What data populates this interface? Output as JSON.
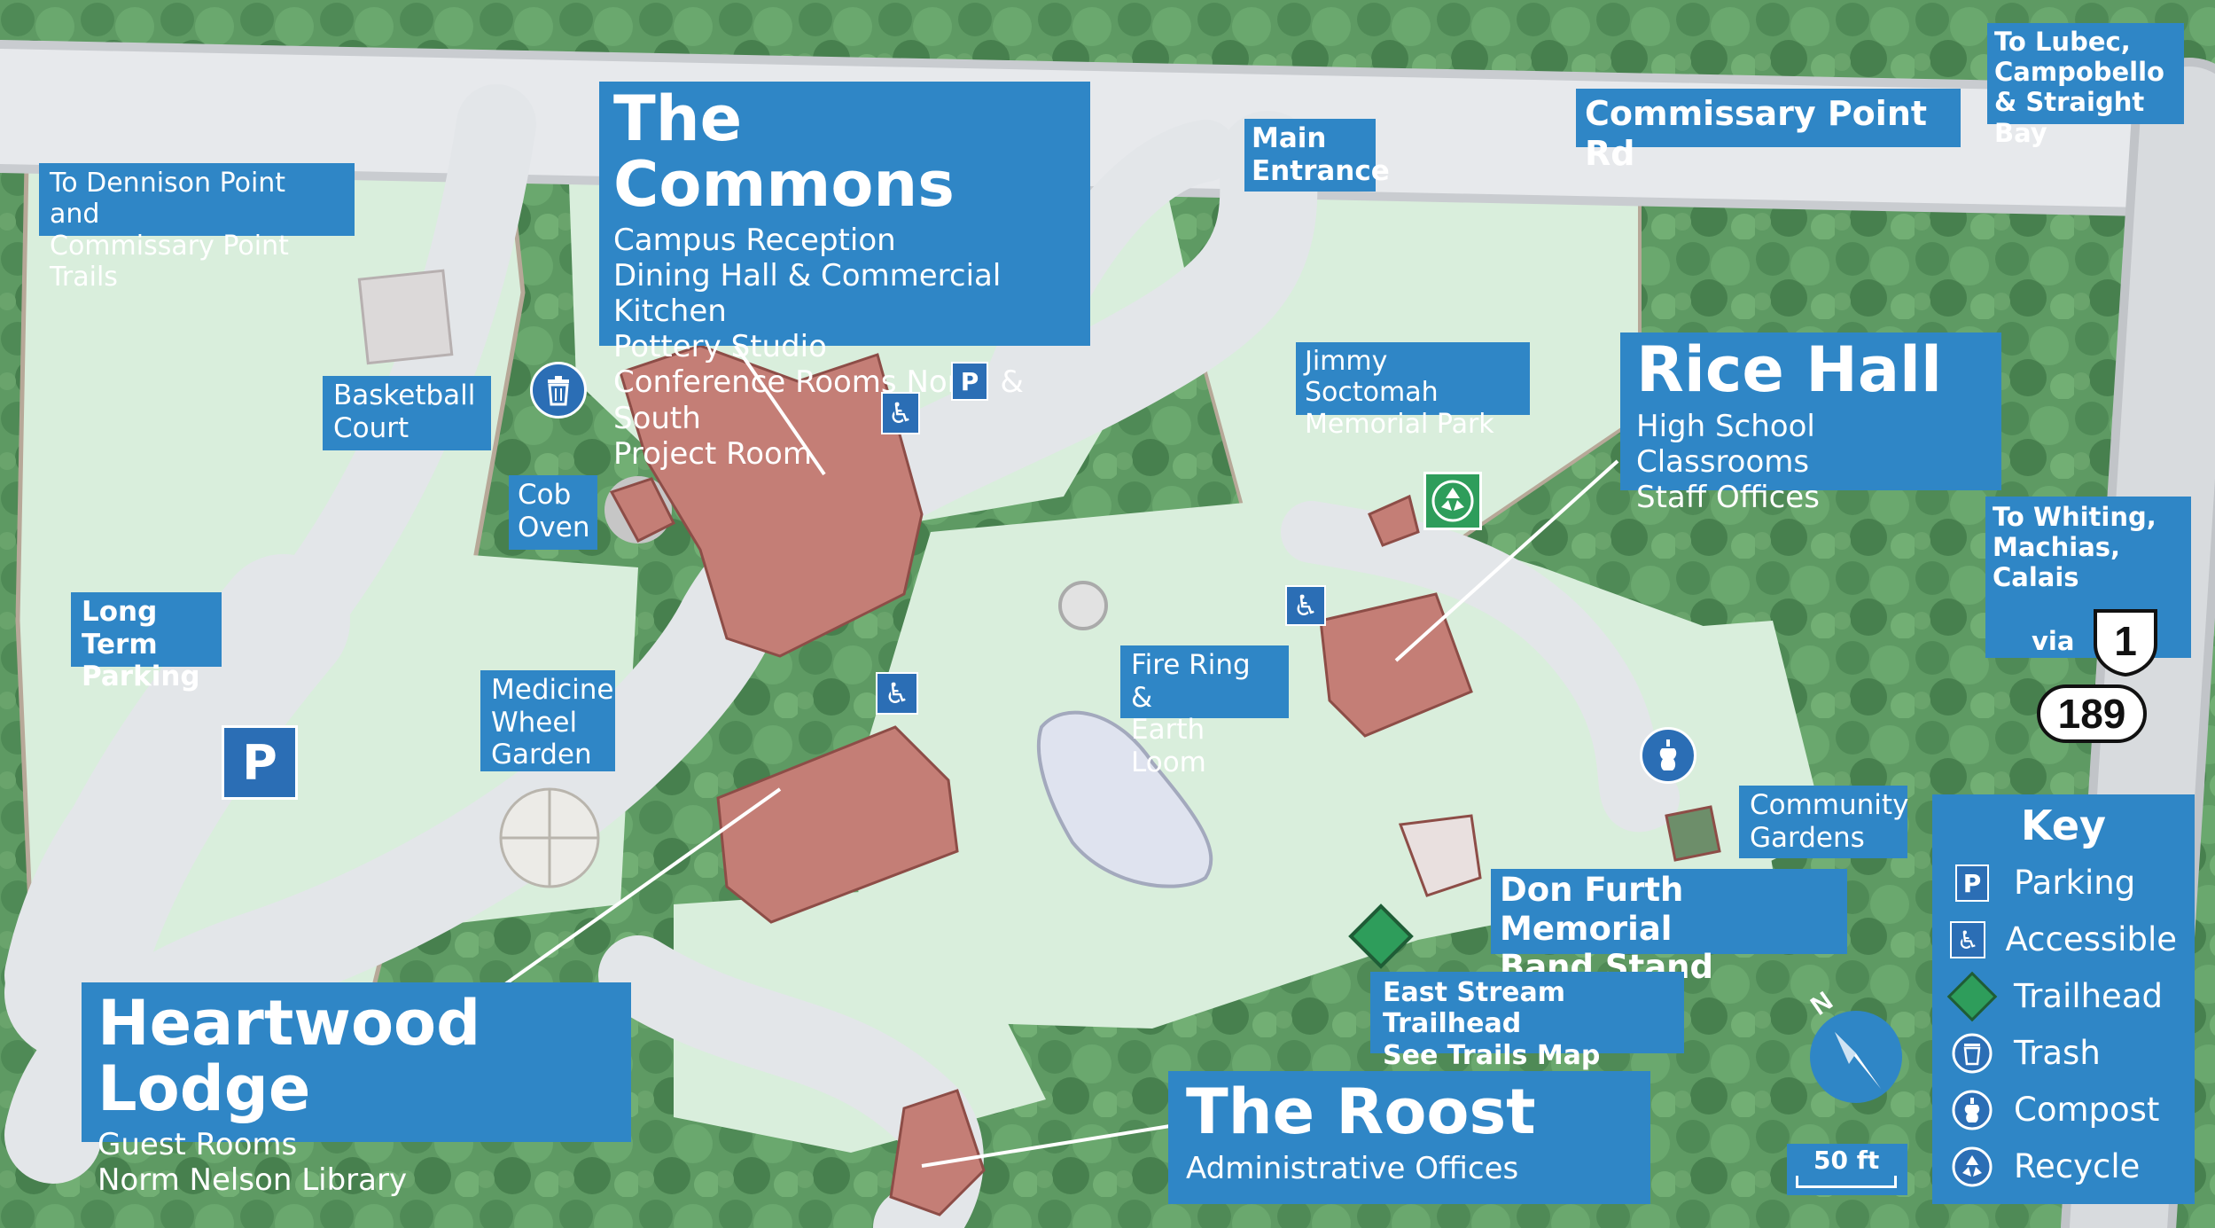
{
  "labels": {
    "commons": {
      "title": "The Commons",
      "lines": [
        "Campus Reception",
        "Dining Hall & Commercial Kitchen",
        "Pottery Studio",
        "Conference Rooms North & South",
        "Project Room"
      ]
    },
    "rice_hall": {
      "title": "Rice Hall",
      "lines": [
        "High School Classrooms",
        "Staff Offices"
      ]
    },
    "heartwood": {
      "title": "Heartwood Lodge",
      "lines": [
        "Guest Rooms",
        "Norm Nelson Library"
      ]
    },
    "roost": {
      "title": "The Roost",
      "lines": [
        "Administrative Offices"
      ]
    },
    "band_stand": {
      "lines": [
        "Don Furth Memorial",
        "Band Stand"
      ]
    },
    "commissary_rd": "Commissary Point Rd",
    "to_lubec": [
      "To Lubec,",
      "Campobello",
      "& Straight Bay"
    ],
    "main_entrance": [
      "Main",
      "Entrance"
    ],
    "to_dennison": [
      "To Dennison Point and",
      "Commissary Point Trails"
    ],
    "basketball": [
      "Basketball",
      "Court"
    ],
    "cob_oven": [
      "Cob",
      "Oven"
    ],
    "long_term": [
      "Long Term",
      "Parking"
    ],
    "medicine_wheel": [
      "Medicine",
      "Wheel",
      "Garden"
    ],
    "jimmy": [
      "Jimmy Soctomah",
      "Memorial Park"
    ],
    "fire_ring": [
      "Fire Ring &",
      "Earth Loom"
    ],
    "community_gardens": [
      "Community",
      "Gardens"
    ],
    "east_stream": [
      "East Stream Trailhead",
      "See Trails Map"
    ],
    "to_whiting": [
      "To Whiting,",
      "Machias, Calais"
    ],
    "via": "via",
    "route_1": "1",
    "route_189": "189",
    "parking_symbol": "P",
    "north": "N",
    "scale": "50 ft"
  },
  "key": {
    "title": "Key",
    "items": [
      {
        "label": "Parking",
        "icon": "parking-icon"
      },
      {
        "label": "Accessible",
        "icon": "accessible-icon"
      },
      {
        "label": "Trailhead",
        "icon": "trailhead-icon"
      },
      {
        "label": "Trash",
        "icon": "trash-icon"
      },
      {
        "label": "Compost",
        "icon": "compost-icon"
      },
      {
        "label": "Recycle",
        "icon": "recycle-icon"
      }
    ]
  },
  "colors": {
    "label_bg": "#2f86c6",
    "forest": "#5e9a63",
    "lawn": "#d8eedd",
    "road": "#e6e9ec",
    "building": "#c07a72",
    "trailhead": "#2e9d5b",
    "recycle_bg": "#2e9d5b"
  }
}
